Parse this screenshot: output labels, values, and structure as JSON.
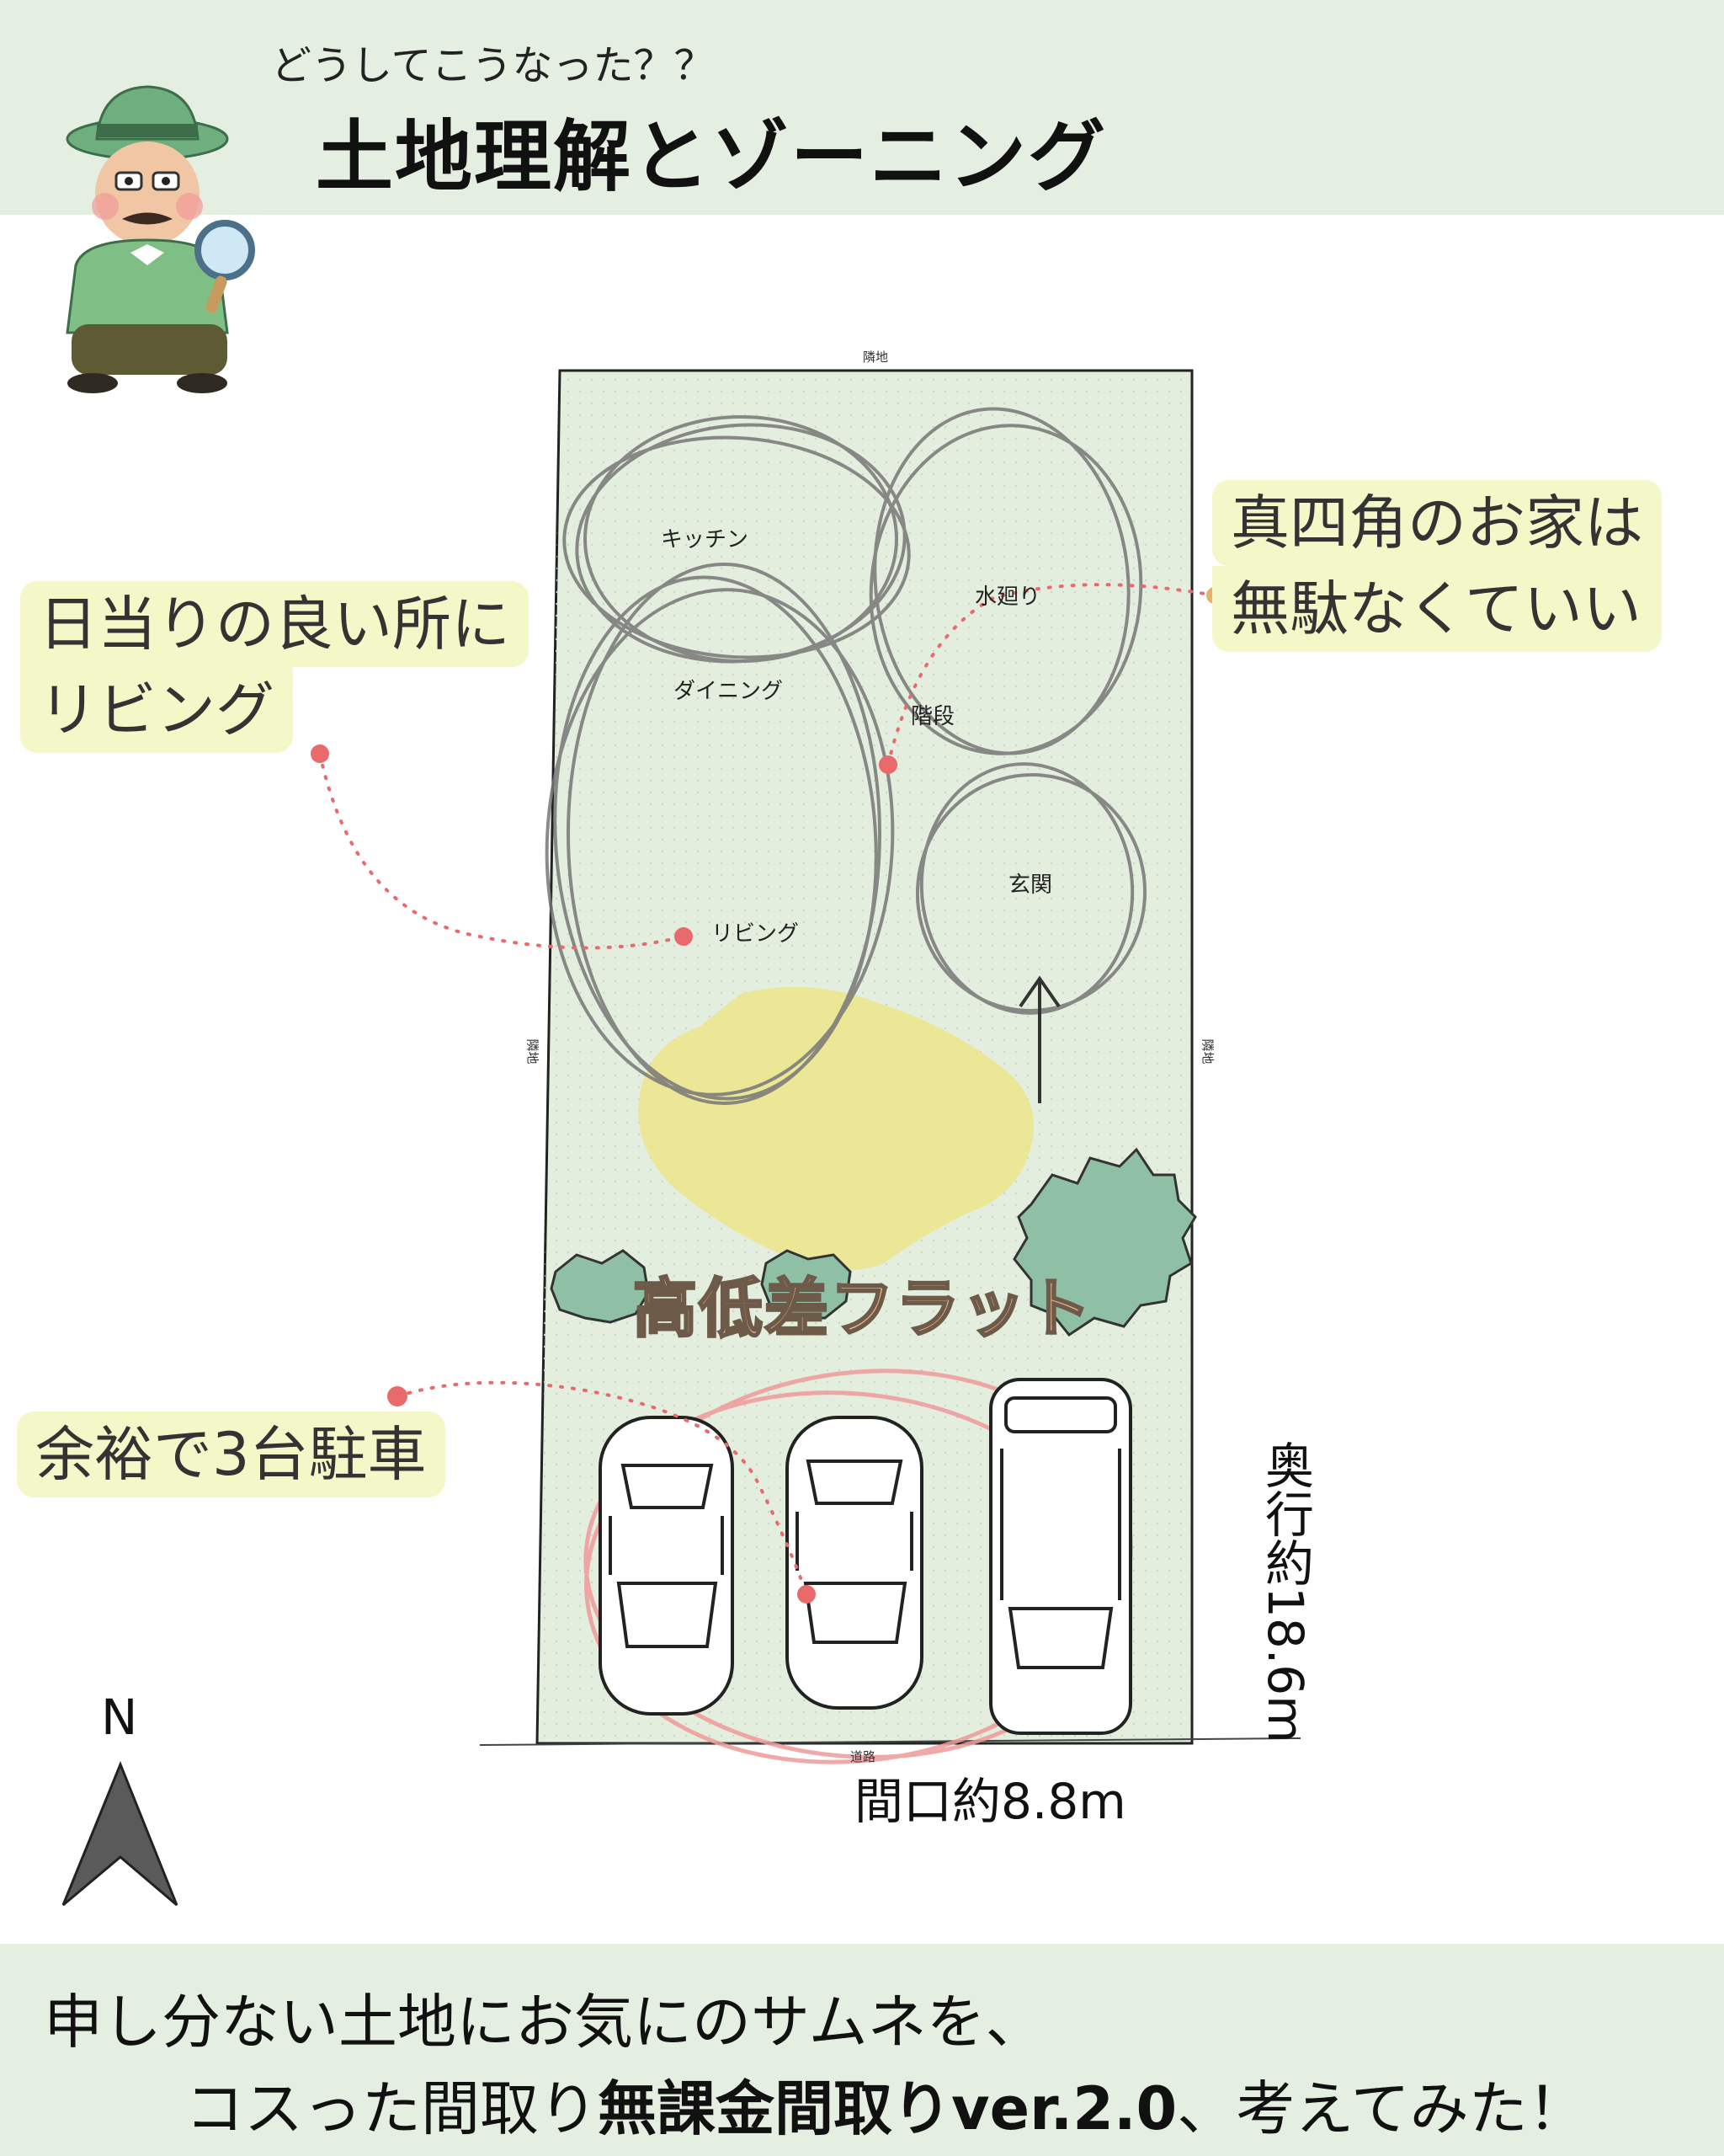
{
  "header": {
    "subtitle": "どうしてこうなった？？",
    "title": "土地理解とゾーニング"
  },
  "plan": {
    "edges": {
      "top": "隣地",
      "left": "隣地",
      "right": "隣地",
      "bottom": "道路"
    },
    "rooms": {
      "kitchen": "キッチン",
      "water": "水廻り",
      "dining": "ダイニング",
      "stairs": "階段",
      "living": "リビング",
      "entrance": "玄関"
    },
    "flat_label": "高低差フラット",
    "depth_label": "奥行約18.6m",
    "frontage_label": "間口約8.8m",
    "compass_label": "N"
  },
  "callouts": {
    "square_house": [
      "真四角のお家は",
      "無駄なくていい"
    ],
    "living": [
      "日当りの良い所に",
      "リビング"
    ],
    "parking": "余裕で3台駐車"
  },
  "footer": {
    "line1": "申し分ない土地にお気にのサムネを、",
    "line2_plain": "コスった間取り",
    "line2_bold": "無課金間取りver.2.0",
    "line2_tail": "、考えてみた！"
  },
  "colors": {
    "band": "#e4efe2",
    "lot_fill": "#e3eede",
    "callout": "#f4f7c8",
    "accent_dot": "#e86a6a",
    "sun_patch": "#ece48f",
    "tree": "#8fbfa5"
  }
}
